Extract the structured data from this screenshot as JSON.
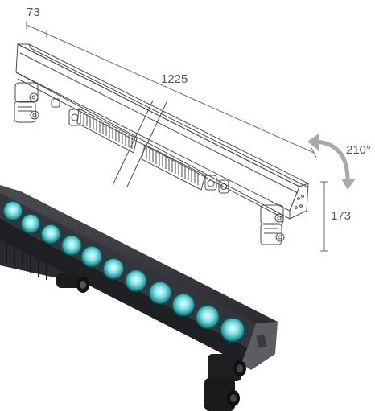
{
  "dimensions": {
    "depth": "73",
    "length": "1225",
    "height": "173",
    "rotation": "210°"
  },
  "colors": {
    "line": "#4a4a4a",
    "dim_line": "#6a6a6a",
    "arrow": "#a9a9a9",
    "body_dark": "#2b2c2f",
    "body_mid": "#3c3e42",
    "led_outer": "#0e7c85",
    "led_inner": "#bff6f7",
    "bracket": "#1e1e20"
  },
  "icons": {
    "rotation_arrow": "curved-double-arrow-icon"
  }
}
